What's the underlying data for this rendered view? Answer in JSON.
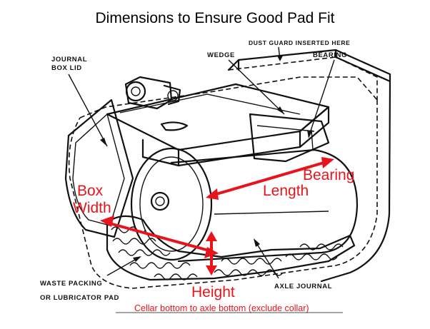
{
  "title": "Dimensions to Ensure Good Pad Fit",
  "labels": {
    "journal_box_lid_1": "JOURNAL",
    "journal_box_lid_2": "BOX LID",
    "wedge": "WEDGE",
    "dust_guard": "DUST GUARD INSERTED HERE",
    "bearing": "BEARING",
    "waste_packing_1": "WASTE PACKING",
    "waste_packing_2": "OR LUBRICATOR PAD",
    "axle_journal": "AXLE JOURNAL"
  },
  "dimensions": {
    "box_width_1": "Box",
    "box_width_2": "Width",
    "bearing_length_1": "Bearing",
    "bearing_length_2": "Length",
    "height": "Height",
    "height_note": "Cellar bottom to axle bottom (exclude collar)"
  },
  "colors": {
    "annotation": "#e8141c",
    "line_art": "#111111",
    "background": "#ffffff"
  }
}
